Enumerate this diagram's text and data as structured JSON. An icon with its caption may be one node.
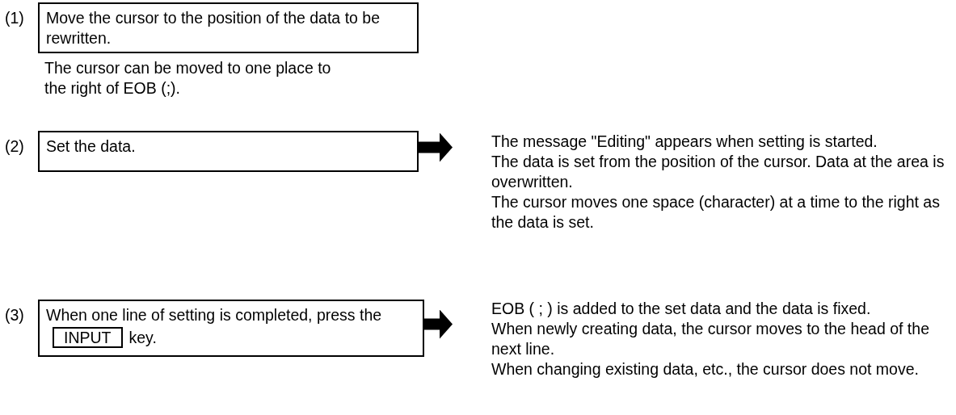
{
  "diagram": {
    "nodes": [
      {
        "text": [
          "Move the cursor to the position of the data to be rewritten."
        ],
        "beside": [
          "(1)",
          "The cursor can be moved to one place to the right of EOB (;)."
        ]
      },
      {
        "text": [
          "Set the data."
        ],
        "beside": [
          "(2)"
        ]
      },
      {
        "text": [
          "When one line of setting is completed, press the",
          "key."
        ],
        "beside": [
          "(3)"
        ]
      },
      {
        "text": [
          "INPUT"
        ],
        "in": 2
      },
      {
        "text": [
          "The message \"Editing\" appears when setting is started.",
          "The data is set from the position of the cursor. Data at the area is overwritten.",
          "The cursor moves one space (character) at a time to the right as the data is set."
        ]
      },
      {
        "text": [
          "EOB ( ; ) is added to the set data and the data is fixed.",
          "When newly creating data, the cursor moves to the head of the next line.",
          "When changing existing data, etc., the cursor does not move."
        ]
      }
    ],
    "edges": [
      {
        "from": 1,
        "to": 4,
        "arrow": "to"
      },
      {
        "from": 2,
        "to": 5,
        "arrow": "to"
      }
    ]
  }
}
